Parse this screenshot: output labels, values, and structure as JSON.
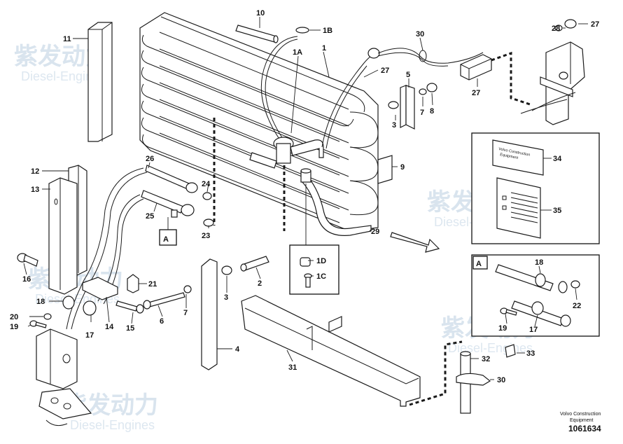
{
  "doc_number": "1061634",
  "brand_lines": [
    "Volvo Construction",
    "Equipment"
  ],
  "label_plate_lines": [
    "Volvo Construction",
    "Equipment"
  ],
  "watermark": {
    "cn": "紫发动力",
    "en": "Diesel-Engines"
  },
  "callouts": [
    "1",
    "1A",
    "1B",
    "1C",
    "1D",
    "2",
    "3",
    "4",
    "5",
    "6",
    "7",
    "8",
    "9",
    "10",
    "11",
    "12",
    "13",
    "14",
    "15",
    "16",
    "17",
    "18",
    "19",
    "20",
    "21",
    "22",
    "23",
    "24",
    "25",
    "26",
    "27",
    "28",
    "29",
    "30",
    "31",
    "32",
    "33",
    "34",
    "35"
  ],
  "detail_ref": "A",
  "colors": {
    "line": "#1a1a1a",
    "watermark": "#d9e4ee"
  }
}
